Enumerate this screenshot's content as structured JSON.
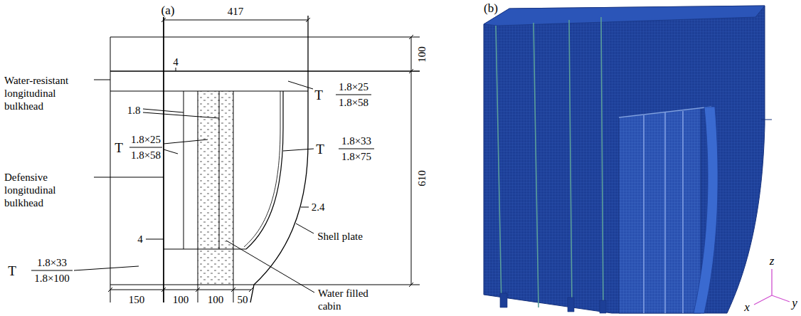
{
  "diagram": {
    "labels": [
      "(a)",
      "417",
      "100",
      "4",
      "Water-resistant longitudinal bulkhead",
      "T",
      "1.8×25",
      "1.8×58",
      "1.8",
      "T",
      "1.8×25",
      "1.8×58",
      "T",
      "1.8×33",
      "1.8×75",
      "Defensive longitudinal bulkhead",
      "610",
      "2.4",
      "Shell plate",
      "4",
      "Water filled cabin",
      "T",
      "1.8×33",
      "1.8×100",
      "150",
      "100",
      "100",
      "50",
      "(b)",
      "z",
      "x",
      "y"
    ]
  }
}
